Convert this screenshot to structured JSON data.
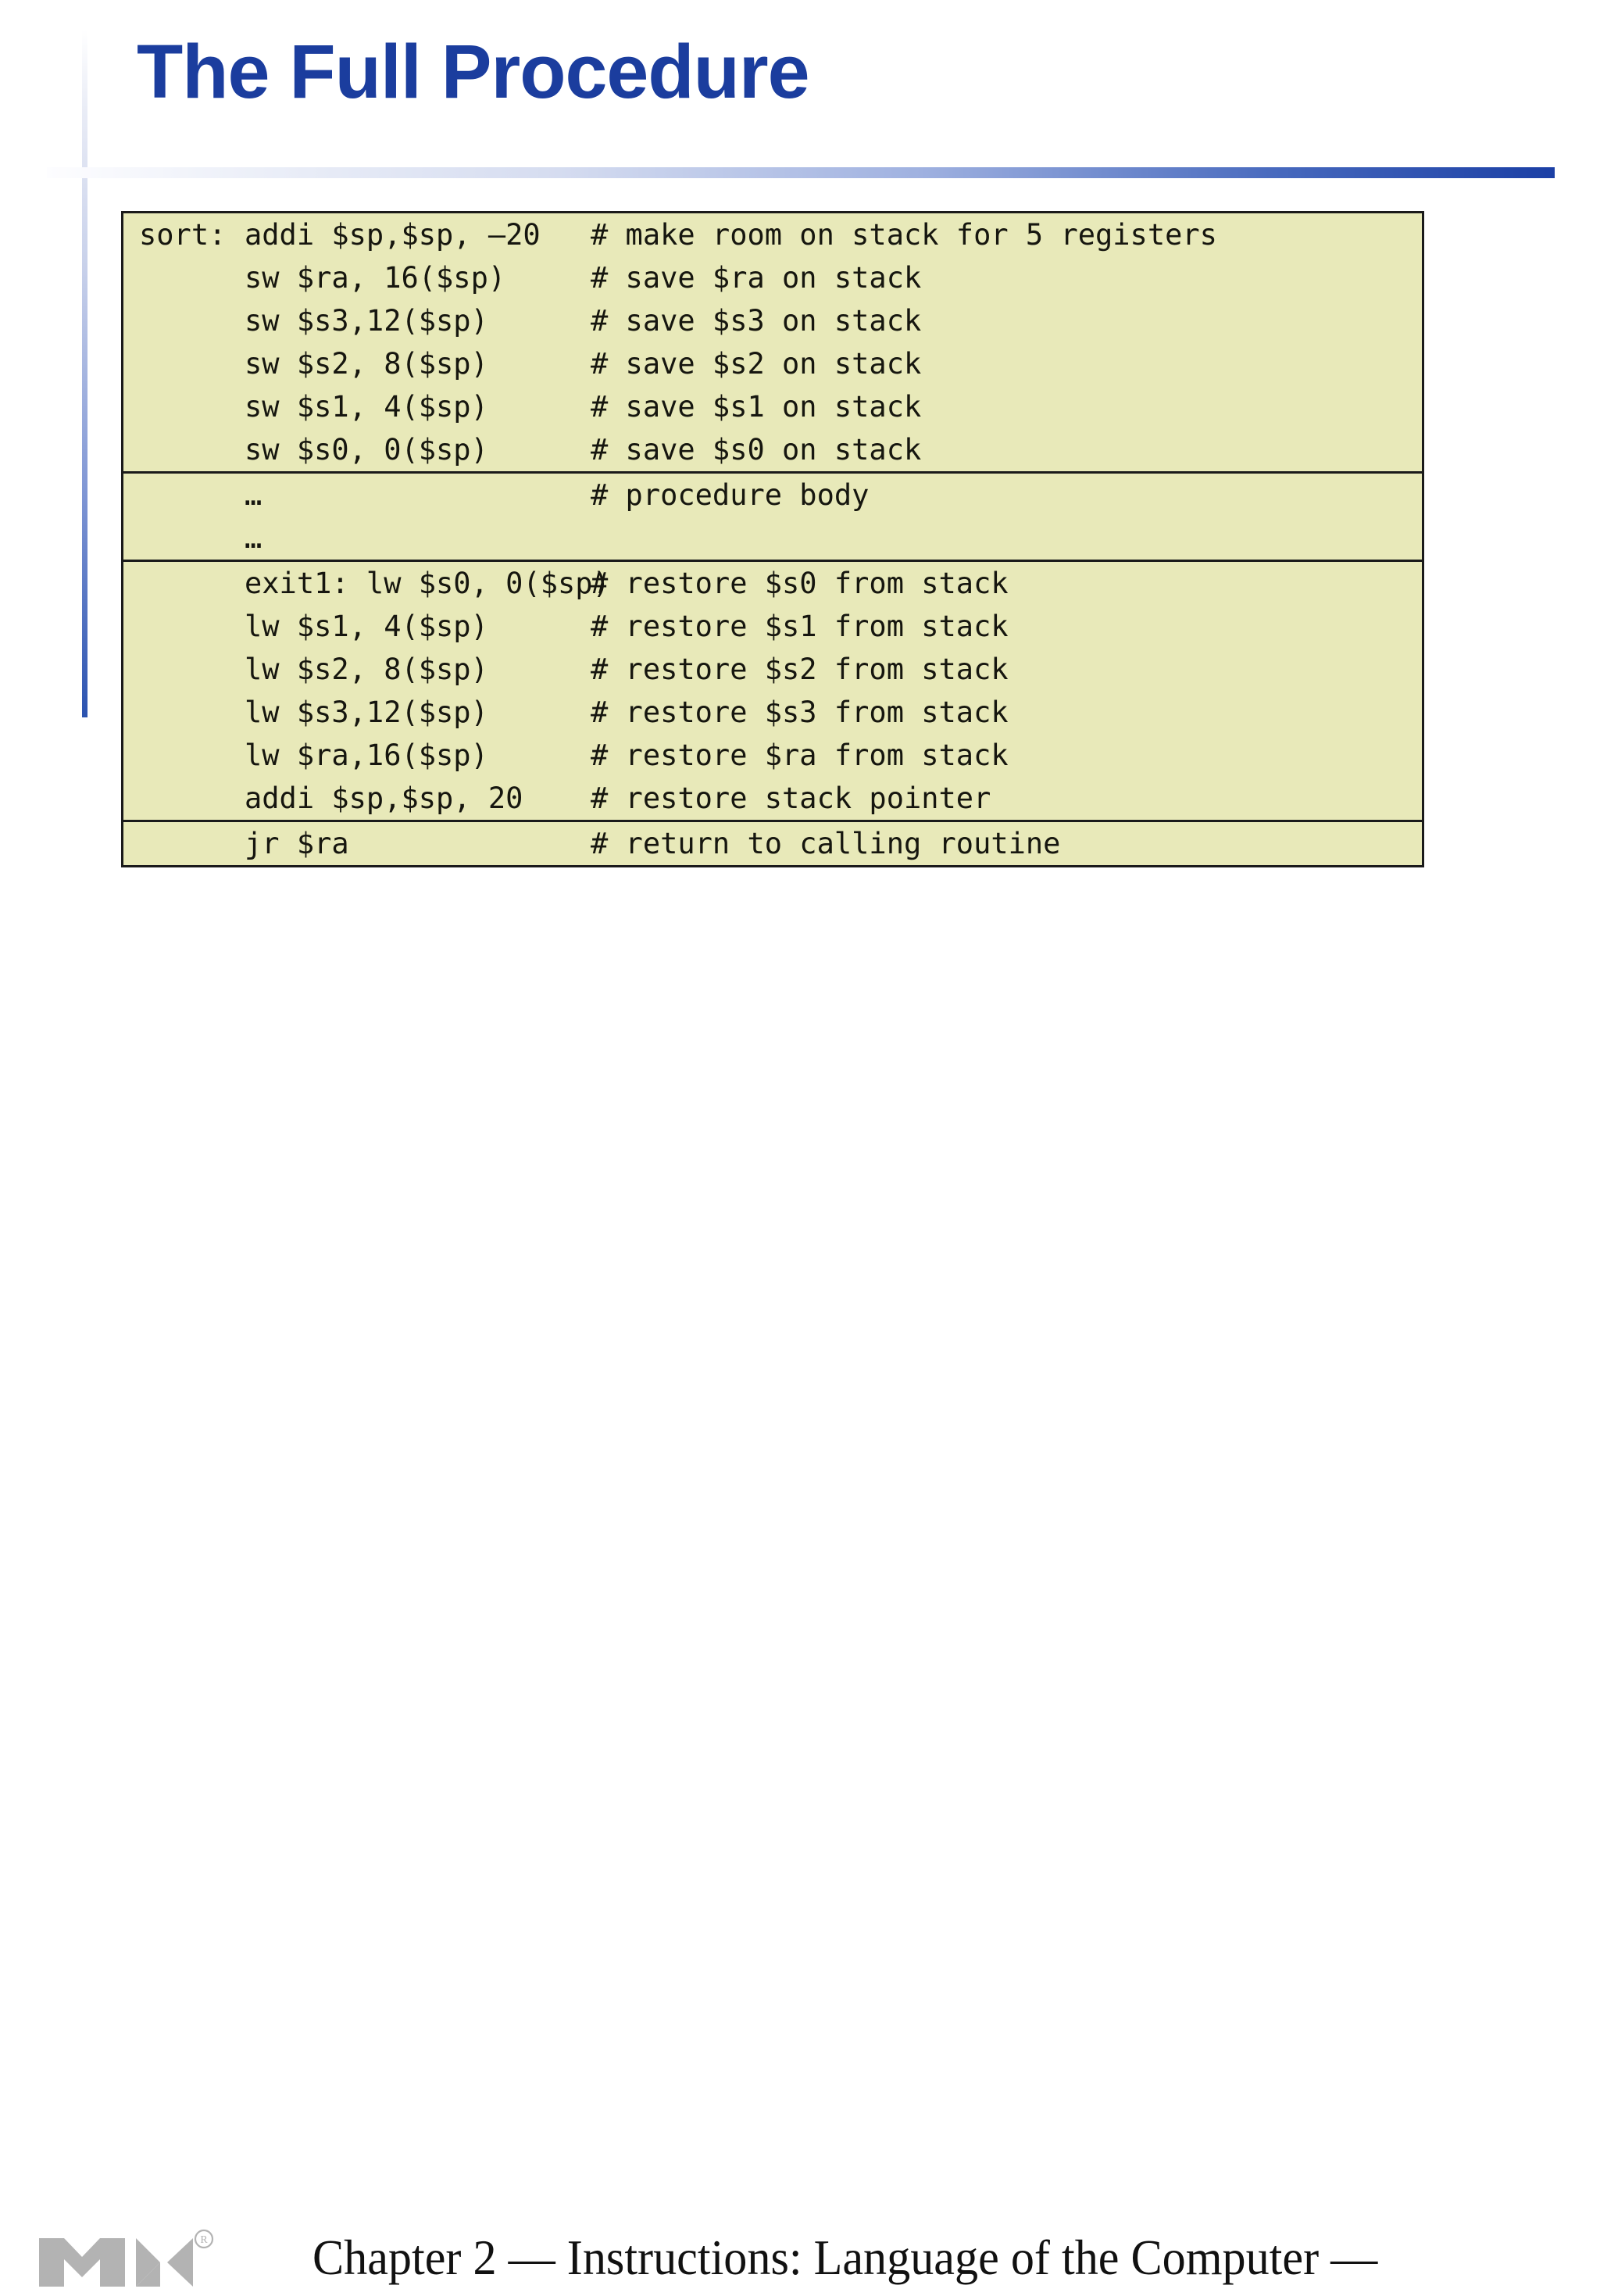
{
  "slide": {
    "title": "The Full Procedure",
    "title_color": "#1b3d9e",
    "background_color": "#ffffff"
  },
  "code_table": {
    "background_color": "#e8e9b9",
    "border_color": "#1a1a1a",
    "sections": [
      {
        "rows": [
          {
            "label": "sort:",
            "instruction": "addi $sp,$sp, –20",
            "comment": "# make room on stack for 5 registers"
          },
          {
            "label": "",
            "instruction": "sw $ra, 16($sp)",
            "comment": "# save $ra on stack"
          },
          {
            "label": "",
            "instruction": "sw $s3,12($sp)",
            "comment": "# save $s3 on stack"
          },
          {
            "label": "",
            "instruction": "sw $s2, 8($sp)",
            "comment": "# save $s2 on stack"
          },
          {
            "label": "",
            "instruction": "sw $s1, 4($sp)",
            "comment": "# save $s1 on stack"
          },
          {
            "label": "",
            "instruction": "sw $s0, 0($sp)",
            "comment": "# save $s0 on stack"
          }
        ]
      },
      {
        "rows": [
          {
            "label": "",
            "instruction": "…",
            "comment": "# procedure body"
          },
          {
            "label": "",
            "instruction": "…",
            "comment": ""
          }
        ]
      },
      {
        "rows": [
          {
            "label": "",
            "instruction": "exit1: lw $s0, 0($sp)",
            "comment": "# restore $s0 from stack"
          },
          {
            "label": "",
            "instruction": "lw $s1, 4($sp)",
            "comment": "# restore $s1 from stack"
          },
          {
            "label": "",
            "instruction": "lw $s2, 8($sp)",
            "comment": "# restore $s2 from stack"
          },
          {
            "label": "",
            "instruction": "lw $s3,12($sp)",
            "comment": "# restore $s3 from stack"
          },
          {
            "label": "",
            "instruction": "lw $ra,16($sp)",
            "comment": "# restore $ra from stack"
          },
          {
            "label": "",
            "instruction": "addi $sp,$sp, 20",
            "comment": "# restore stack pointer"
          }
        ]
      },
      {
        "rows": [
          {
            "label": "",
            "instruction": "jr $ra",
            "comment": "# return to calling routine"
          }
        ]
      }
    ]
  },
  "footer": {
    "logo_name": "morgan-kaufmann-logo",
    "logo_color": "#b3b3b3",
    "registered_mark": "®",
    "text": "Chapter 2 — Instructions: Language of the Computer —"
  }
}
